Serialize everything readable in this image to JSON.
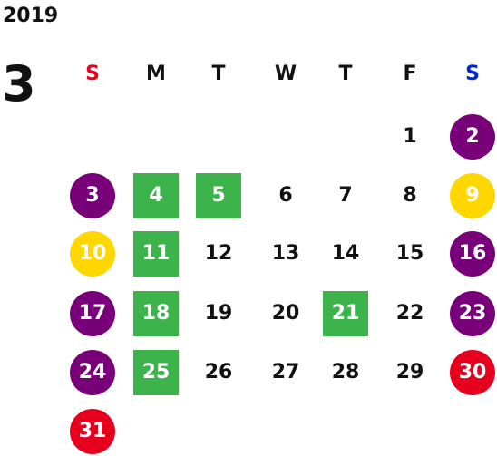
{
  "calendar": {
    "year": "2019",
    "month": "3",
    "weekdays": [
      {
        "label": "S",
        "color": "#e8001c"
      },
      {
        "label": "M",
        "color": "#111111"
      },
      {
        "label": "T",
        "color": "#111111"
      },
      {
        "label": "W",
        "color": "#111111"
      },
      {
        "label": "T",
        "color": "#111111"
      },
      {
        "label": "F",
        "color": "#111111"
      },
      {
        "label": "S",
        "color": "#0028d0"
      }
    ],
    "colors": {
      "purple": "#780078",
      "yellow": "#ffd700",
      "red": "#e6001e",
      "green": "#3cb44b"
    },
    "first_weekday_index": 5,
    "days": [
      {
        "day": "1",
        "mark": "none"
      },
      {
        "day": "2",
        "mark": "purple"
      },
      {
        "day": "3",
        "mark": "purple"
      },
      {
        "day": "4",
        "mark": "green"
      },
      {
        "day": "5",
        "mark": "green"
      },
      {
        "day": "6",
        "mark": "none"
      },
      {
        "day": "7",
        "mark": "none"
      },
      {
        "day": "8",
        "mark": "none"
      },
      {
        "day": "9",
        "mark": "yellow"
      },
      {
        "day": "10",
        "mark": "yellow"
      },
      {
        "day": "11",
        "mark": "green"
      },
      {
        "day": "12",
        "mark": "none"
      },
      {
        "day": "13",
        "mark": "none"
      },
      {
        "day": "14",
        "mark": "none"
      },
      {
        "day": "15",
        "mark": "none"
      },
      {
        "day": "16",
        "mark": "purple"
      },
      {
        "day": "17",
        "mark": "purple"
      },
      {
        "day": "18",
        "mark": "green"
      },
      {
        "day": "19",
        "mark": "none"
      },
      {
        "day": "20",
        "mark": "none"
      },
      {
        "day": "21",
        "mark": "green"
      },
      {
        "day": "22",
        "mark": "none"
      },
      {
        "day": "23",
        "mark": "purple"
      },
      {
        "day": "24",
        "mark": "purple"
      },
      {
        "day": "25",
        "mark": "green"
      },
      {
        "day": "26",
        "mark": "none"
      },
      {
        "day": "27",
        "mark": "none"
      },
      {
        "day": "28",
        "mark": "none"
      },
      {
        "day": "29",
        "mark": "none"
      },
      {
        "day": "30",
        "mark": "red"
      },
      {
        "day": "31",
        "mark": "red"
      }
    ]
  }
}
